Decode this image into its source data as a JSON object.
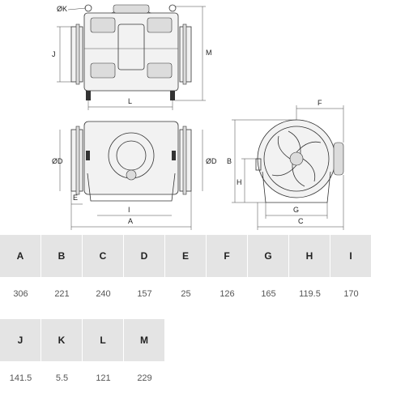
{
  "drawing": {
    "top_view_labels": {
      "k": "ØK",
      "j": "J",
      "m": "M",
      "l": "L"
    },
    "front_view_labels": {
      "d_left": "ØD",
      "d_right": "ØD",
      "e": "E",
      "i": "I",
      "a": "A"
    },
    "side_view_labels": {
      "f": "F",
      "b": "B",
      "h": "H",
      "g": "G",
      "c": "C"
    }
  },
  "spec_table": {
    "row1": [
      {
        "header": "A",
        "value": "306"
      },
      {
        "header": "B",
        "value": "221"
      },
      {
        "header": "C",
        "value": "240"
      },
      {
        "header": "D",
        "value": "157"
      },
      {
        "header": "E",
        "value": "25"
      },
      {
        "header": "F",
        "value": "126"
      },
      {
        "header": "G",
        "value": "165"
      },
      {
        "header": "H",
        "value": "119.5"
      },
      {
        "header": "I",
        "value": "170"
      }
    ],
    "row2": [
      {
        "header": "J",
        "value": "141.5"
      },
      {
        "header": "K",
        "value": "5.5"
      },
      {
        "header": "L",
        "value": "121"
      },
      {
        "header": "M",
        "value": "229"
      }
    ]
  }
}
